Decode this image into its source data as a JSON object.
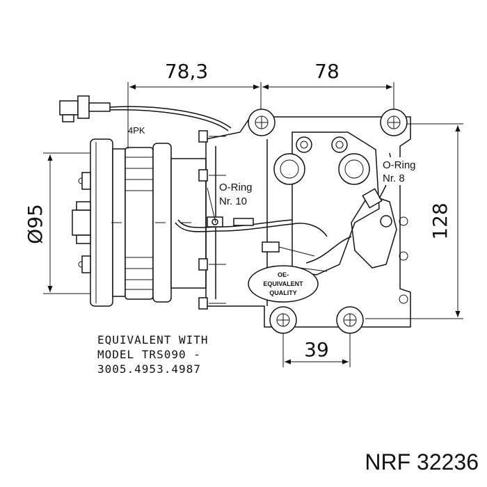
{
  "dimensions": {
    "top_left": "78,3",
    "top_right": "78",
    "left": "Ø95",
    "right": "128",
    "bottom": "39"
  },
  "labels": {
    "belt": "4PK",
    "oring_left_line1": "O-Ring",
    "oring_left_line2": "Nr. 10",
    "oring_right_line1": "O-Ring",
    "oring_right_line2": "Nr. 8",
    "stamp_line1": "OE-",
    "stamp_line2": "EQUIVALENT",
    "stamp_line3": "QUALITY"
  },
  "note": {
    "line1": "EQUIVALENT WITH",
    "line2": "MODEL TRS090 -",
    "line3": "3005.4953.4987"
  },
  "brand": "NRF 32236"
}
